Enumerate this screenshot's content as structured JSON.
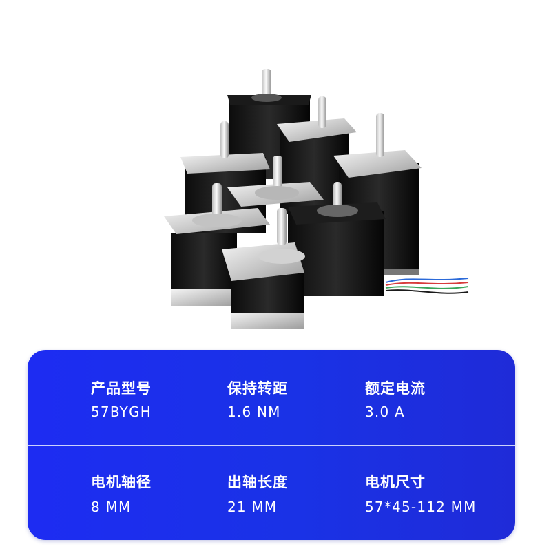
{
  "colors": {
    "card_background": "#1d2cf2",
    "divider": "#ebf0ff",
    "text": "#ffffff",
    "page_background": "#ffffff"
  },
  "hero": {
    "subject": "stepper-motor-group",
    "motor_count": 8
  },
  "specs": {
    "rows": [
      [
        {
          "label": "产品型号",
          "value": "57BYGH"
        },
        {
          "label": "保持转距",
          "value": "1.6 NM"
        },
        {
          "label": "额定电流",
          "value": "3.0 A"
        }
      ],
      [
        {
          "label": "电机轴径",
          "value": "8 MM"
        },
        {
          "label": "出轴长度",
          "value": "21 MM"
        },
        {
          "label": "电机尺寸",
          "value": "57*45-112 MM"
        }
      ]
    ]
  }
}
